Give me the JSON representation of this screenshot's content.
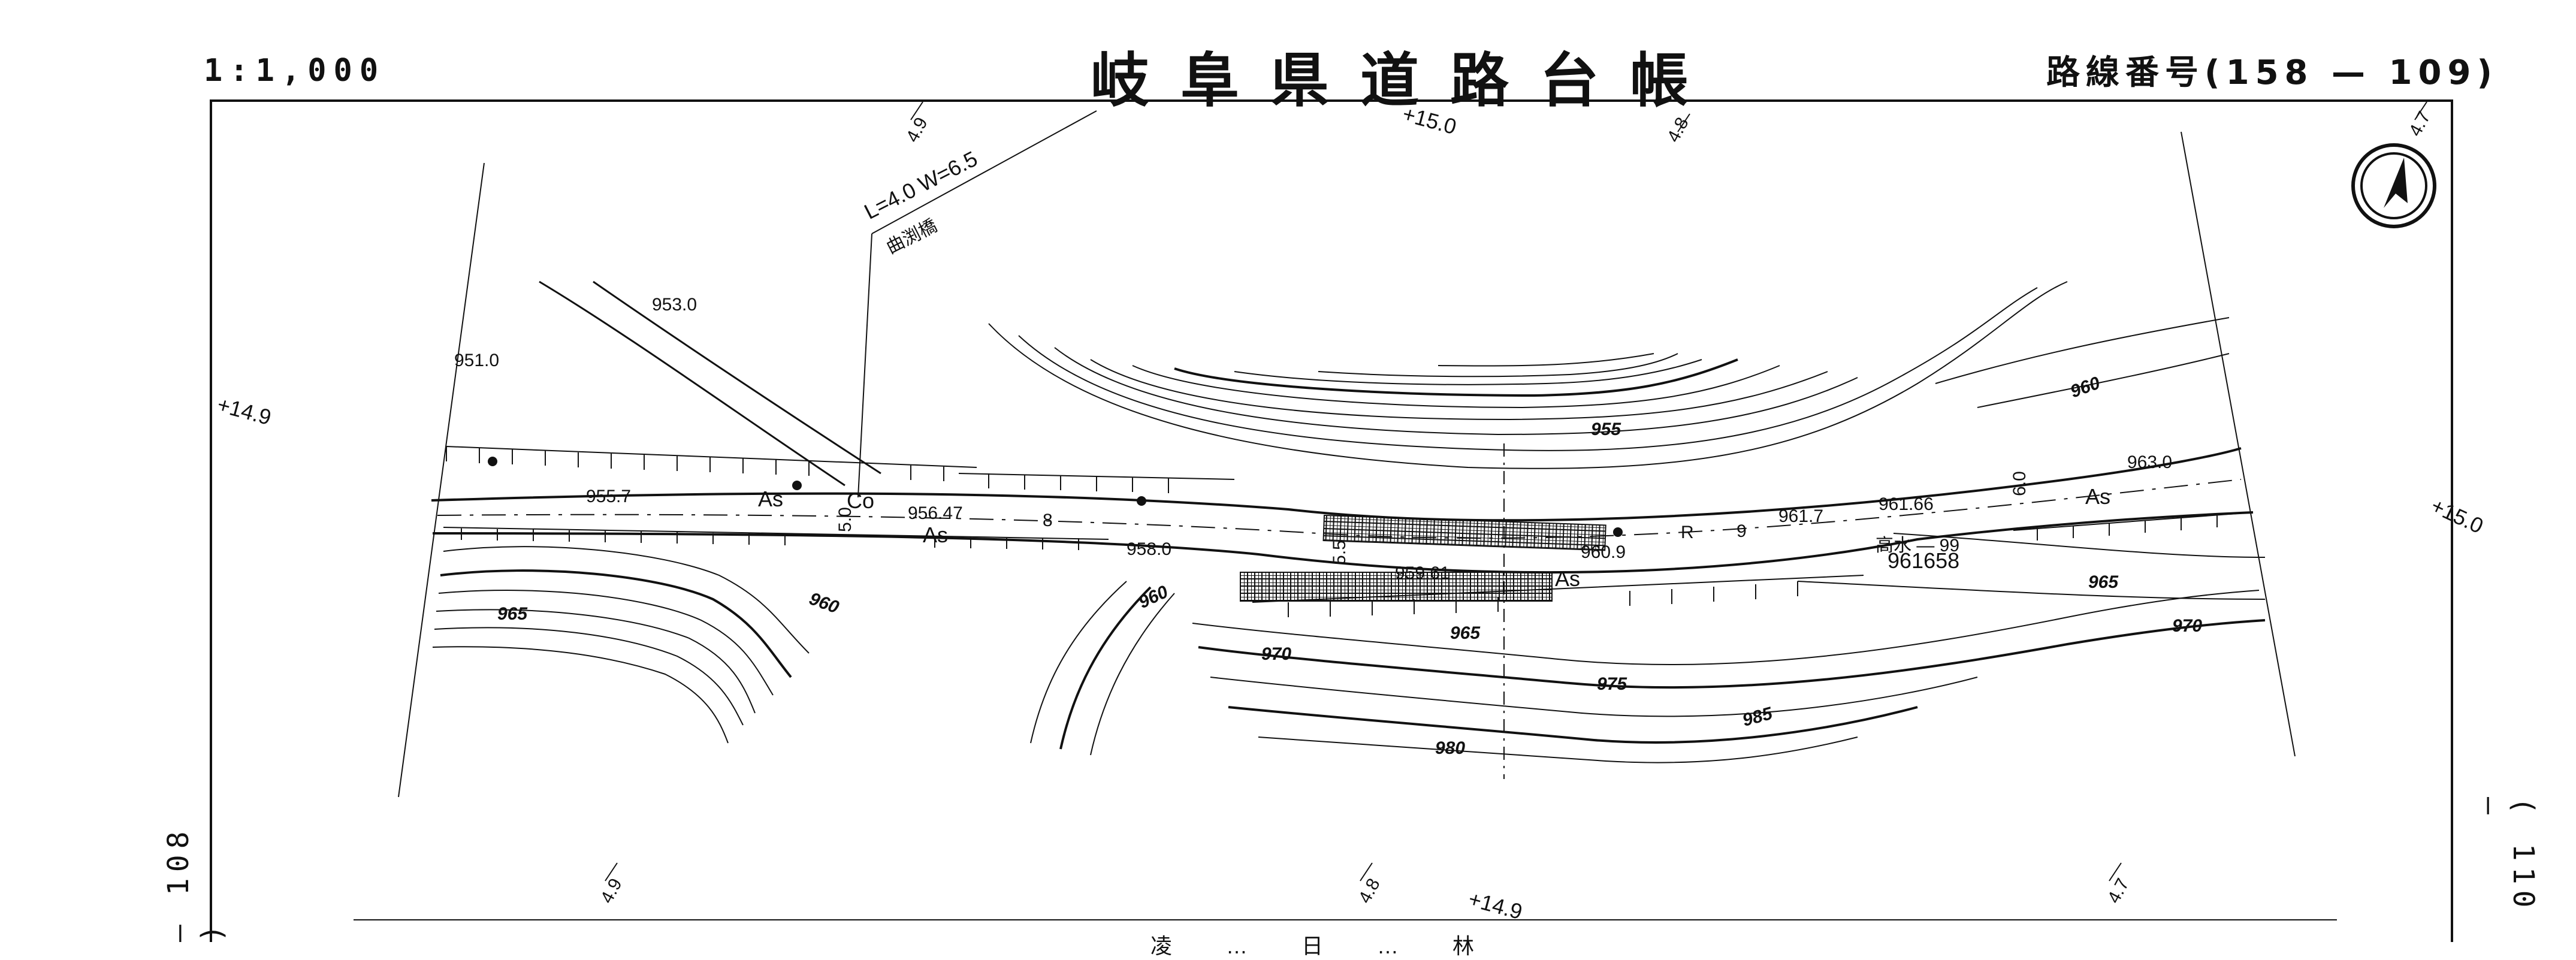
{
  "header": {
    "scale": "1:1,000",
    "title": "岐阜県道路台帳",
    "route": "路線番号(158 — 109)"
  },
  "adjacent_sheets": {
    "left": "— 108 )",
    "right": "( 110 —"
  },
  "labels": {
    "bridge_dims": "L=4.0  W=6.5",
    "bridge_name": "曲渕橋",
    "station_top": "+15.0",
    "station_left": "+14.9",
    "station_right": "+15.0",
    "station_bottom": "+14.9",
    "dist_top_1": "4.9",
    "dist_top_2": "4.8",
    "dist_top_3": "4.7",
    "dist_bottom_1": "4.9",
    "dist_bottom_2": "4.8",
    "dist_bottom_3": "4.7",
    "elev_953": "953.0",
    "elev_951": "951.0",
    "elev_9557": "955.7",
    "elev_95647": "956.47",
    "elev_9580": "958.0",
    "elev_95961": "959.61",
    "elev_9609": "960.9",
    "elev_9617": "961.7",
    "elev_96166": "961.66",
    "elev_9630": "963.0",
    "elev_961658": "961658",
    "surface_as_1": "As",
    "surface_as_2": "As",
    "surface_as_3": "As",
    "surface_as_4": "As",
    "material_co": "Co",
    "width_8": "8",
    "width_9": "9",
    "width_r": "R",
    "width_55": "5.5",
    "width_60": "6.0",
    "width_5a": "5.0",
    "contour_955": "955",
    "contour_960_l": "960",
    "contour_960_m": "960",
    "contour_960_r": "960",
    "contour_965_l": "965",
    "contour_965_m": "965",
    "contour_965_r": "965",
    "contour_970_m": "970",
    "contour_970_r": "970",
    "contour_975": "975",
    "contour_980": "980",
    "contour_985": "985",
    "water_mark": "高水 — 99",
    "bottom_caption": "凌 … 日 … 林"
  },
  "colors": {
    "ink": "#111111",
    "paper": "#ffffff"
  }
}
